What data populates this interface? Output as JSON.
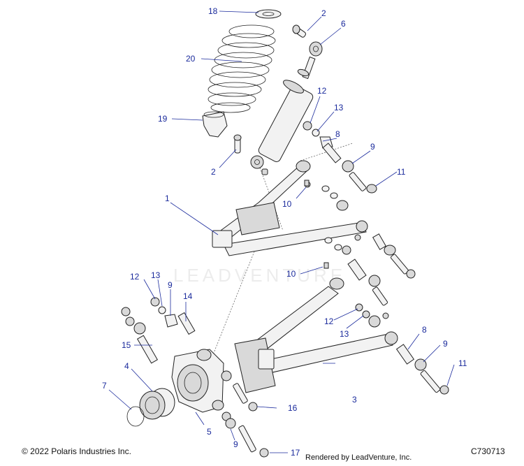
{
  "callouts": {
    "c1": "1",
    "c2a": "2",
    "c2b": "2",
    "c3": "3",
    "c4": "4",
    "c5": "5",
    "c6": "6",
    "c7": "7",
    "c8a": "8",
    "c8b": "8",
    "c9a": "9",
    "c9b": "9",
    "c9c": "9",
    "c9d": "9",
    "c10a": "10",
    "c10b": "10",
    "c11a": "11",
    "c11b": "11",
    "c12a": "12",
    "c12b": "12",
    "c12c": "12",
    "c13a": "13",
    "c13b": "13",
    "c13c": "13",
    "c14": "14",
    "c15": "15",
    "c16": "16",
    "c17": "17",
    "c18": "18",
    "c19": "19",
    "c20": "20"
  },
  "footer": {
    "copyright": "© 2022 Polaris Industries Inc.",
    "figure_id": "C730713",
    "rendered_by": "Rendered by LeadVenture, Inc."
  },
  "watermark": "LEADVENTURE",
  "colors": {
    "callout": "#1a2a9c",
    "line_art": "#222222"
  }
}
